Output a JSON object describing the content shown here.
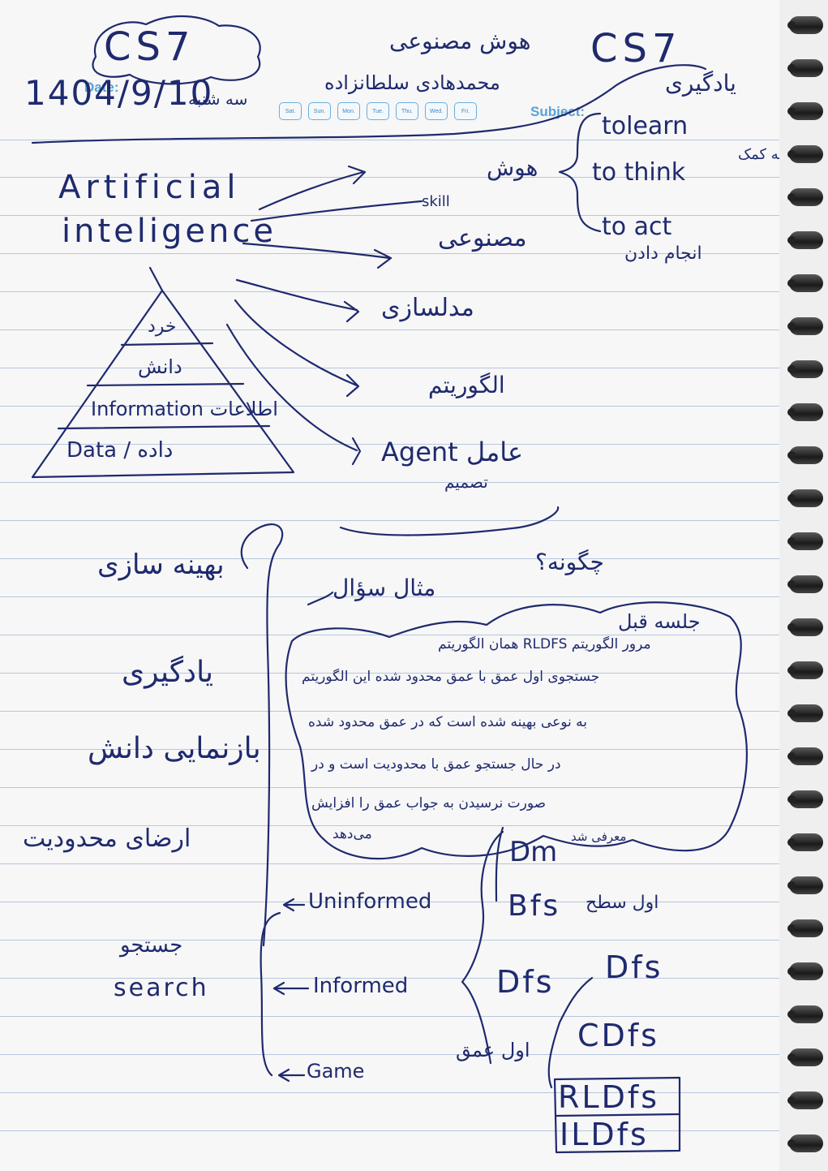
{
  "header": {
    "title_left": "CS7",
    "title_right": "CS7",
    "topic": "هوش مصنوعی",
    "subtitle": "محمدهادی سلطانزاده",
    "date_label": "Date:",
    "date_value": "1404/9/10",
    "weekday": "سه شنبه",
    "subject_label": "Subject:",
    "days": [
      "Sat.",
      "Sun.",
      "Mon.",
      "Tue.",
      "Thu.",
      "Wed.",
      "Fri."
    ]
  },
  "learning_box": {
    "title": "یادگیری",
    "items": [
      "tolearn",
      "to think",
      "to act"
    ],
    "side_note_1": "به کمک",
    "side_note_2": "انجام دادن"
  },
  "ai_section": {
    "term_line1": "Artificial",
    "term_line2": "inteligence",
    "branches": [
      "هوش",
      "skill",
      "مصنوعی",
      "مدلسازی",
      "الگوریتم",
      "Agent عامل",
      "تصمیم"
    ]
  },
  "pyramid": {
    "levels": [
      "خرد",
      "دانش",
      "Information اطلاعات",
      "Data / داده"
    ]
  },
  "questions": {
    "how": "چگونه؟",
    "example": "مثال سؤال"
  },
  "topics_list": [
    "بهینه سازی",
    "یادگیری",
    "بازنمایی دانش",
    "ارضای محدودیت",
    "جستجو",
    "search"
  ],
  "cloud_note": {
    "title": "جلسه قبل",
    "line1": "مرور الگوریتم RLDFS همان الگوریتم",
    "line2": "جستجوی اول عمق با عمق محدود شده این الگوریتم",
    "line3": "به نوعی بهینه شده است که در عمق محدود شده",
    "line4": "در حال جستجو عمق با محدودیت است و در",
    "line5": "صورت نرسیدن به جواب عمق را افزایش",
    "line6": "می‌دهد"
  },
  "search_tree": {
    "branches": [
      "Uninformed",
      "Informed",
      "Game"
    ],
    "algorithms": [
      "Dm",
      "Bfs",
      "Dfs",
      "Dfs",
      "CDfs",
      "RLDfs",
      "ILDfs"
    ],
    "notes": [
      "معرفی شد",
      "اول سطح",
      "اول عمق"
    ]
  }
}
